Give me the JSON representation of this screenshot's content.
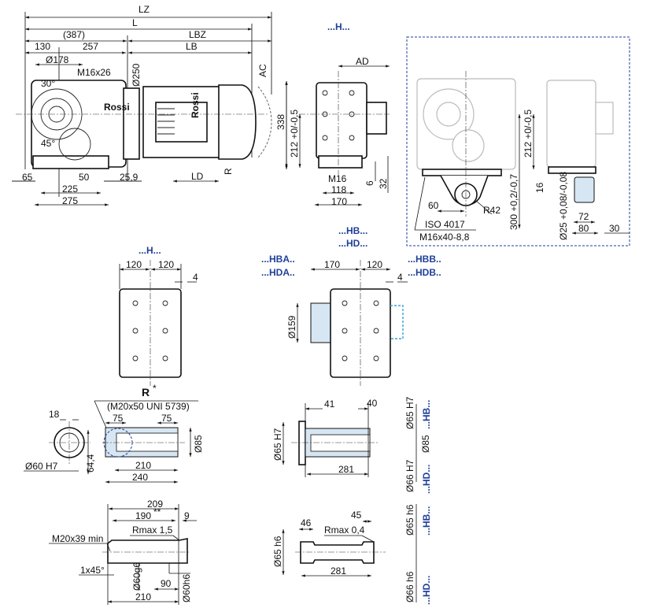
{
  "side_view": {
    "LZ": "LZ",
    "L": "L",
    "d387": "(387)",
    "LBZ": "LBZ",
    "d130": "130",
    "d257": "257",
    "LB": "LB",
    "d178": "Ø178",
    "thread": "M16x26",
    "d250": "Ø250",
    "AC": "AC",
    "angle30": "30°",
    "angle45": "45°",
    "R": "R",
    "LD": "LD",
    "d65": "65",
    "d50": "50",
    "d25_9": "25,9",
    "d225": "225",
    "d275": "275",
    "logo": "Rossi"
  },
  "end_view": {
    "title": "...H...",
    "AD": "AD",
    "d338": "338",
    "d212": "212 +0/-0,5",
    "M16": "M16",
    "d118": "118",
    "d170": "170",
    "d6": "6",
    "d32": "32"
  },
  "torque_arm_box": {
    "d60": "60",
    "R42": "R42",
    "iso": "ISO 4017",
    "bolt": "M16x40-8,8",
    "d300": "300 +0,2/-0,7",
    "d212": "212 +0/-0,5",
    "d16": "16",
    "d25": "Ø25 +0,08/-0,08",
    "d72": "72",
    "d80": "80",
    "d30": "30"
  },
  "hb_hd_label": {
    "hb": "...HB...",
    "hd": "...HD..."
  },
  "h_view": {
    "title": "...H...",
    "d120a": "120",
    "d120b": "120",
    "d4": "4"
  },
  "hba_view": {
    "hba": "...HBA..",
    "hda": "...HDA..",
    "hbb": "...HBB..",
    "hdb": "...HDB..",
    "d170": "170",
    "d120": "120",
    "d4": "4",
    "d159": "Ø159"
  },
  "hollow_shaft": {
    "title": "R",
    "star": "*",
    "screw": "(M20x50 UNI 5739)",
    "d18": "18",
    "d75a": "75",
    "d75b": "75",
    "d85": "Ø85",
    "d60H7": "Ø60 H7",
    "d64_4": "64,4",
    "d210": "210",
    "d240": "240"
  },
  "hollow_shaft_hb": {
    "d41": "41",
    "d40": "40",
    "d65H7_top": "Ø65 H7",
    "hb": "...HB...",
    "d85": "Ø85",
    "d66H7": "Ø66 H7",
    "hd": "...HD...",
    "d65H7_left": "Ø65 H7",
    "d281": "281"
  },
  "solid_shaft": {
    "d209": "209",
    "d190": "190",
    "stars": "**",
    "d9": "9",
    "rmax": "Rmax 1,5",
    "thread": "M20x39 min",
    "chamfer": "1x45°",
    "d60g6": "Ø60g6",
    "d90": "90",
    "d60h6": "Ø60h6",
    "d210": "210"
  },
  "solid_shaft_hb": {
    "d46": "46",
    "d45": "45",
    "rmax": "Rmax 0,4",
    "d65h6_left": "Ø65 h6",
    "d281": "281",
    "d65h6": "Ø65 h6",
    "hb": "...HB...",
    "d66h6": "Ø66 h6",
    "hd": "...HD..."
  }
}
